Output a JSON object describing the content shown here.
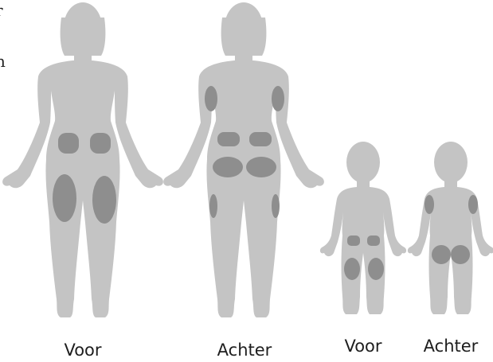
{
  "colors": {
    "body": "#c4c4c4",
    "zone": "#8e8e8e",
    "background": "#ffffff",
    "text": "#1e1e1e"
  },
  "cropped_text": [
    "r",
    "n"
  ],
  "figures": [
    {
      "id": "adult-front",
      "label": "Voor",
      "type": "adult",
      "view": "front",
      "injection_zones": [
        "abdomen-left",
        "abdomen-right",
        "thigh-left",
        "thigh-right"
      ]
    },
    {
      "id": "adult-back",
      "label": "Achter",
      "type": "adult",
      "view": "back",
      "injection_zones": [
        "upper-arm-left",
        "upper-arm-right",
        "lower-back-left",
        "lower-back-right",
        "buttock-left",
        "buttock-right",
        "outer-thigh-left",
        "outer-thigh-right"
      ]
    },
    {
      "id": "child-front",
      "label": "Voor",
      "type": "child",
      "view": "front",
      "injection_zones": [
        "abdomen-left",
        "abdomen-right",
        "thigh-left",
        "thigh-right"
      ]
    },
    {
      "id": "child-back",
      "label": "Achter",
      "type": "child",
      "view": "back",
      "injection_zones": [
        "upper-arm-left",
        "upper-arm-right",
        "buttock-left",
        "buttock-right"
      ]
    }
  ]
}
